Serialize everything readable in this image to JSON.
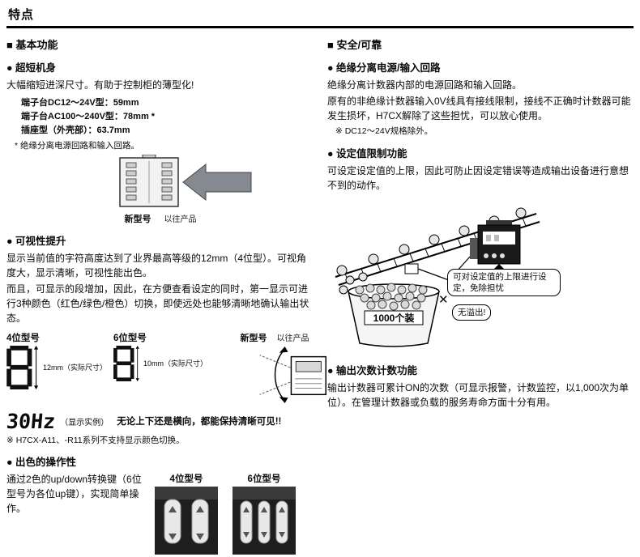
{
  "page": {
    "title": "特点"
  },
  "left": {
    "section_heading": "■ 基本功能",
    "compact": {
      "heading": "● 超短机身",
      "para": "大幅缩短进深尺寸。有助于控制柜的薄型化!",
      "spec1": "端子台DC12～24V型：59mm",
      "spec2": "端子台AC100～240V型：78mm *",
      "spec3": "插座型（外壳部）：63.7mm",
      "note": "* 绝缘分离电源回路和输入回路。",
      "label_new": "新型号",
      "label_old": "以往产品"
    },
    "visibility": {
      "heading": "● 可视性提升",
      "para1": "显示当前值的字符高度达到了业界最高等级的12mm（4位型）。可视角度大，显示清晰，可视性能出色。",
      "para2": "而且，可显示的段增加，因此，在方便查看设定的同时，第一显示可进行3种颜色（红色/绿色/橙色）切换，即使远处也能够清晰地确认输出状态。",
      "label_4digit": "4位型号",
      "label_6digit": "6位型号",
      "size_4digit": "12mm（实际尺寸）",
      "size_6digit": "10mm（实际尺寸）",
      "label_new": "新型号",
      "label_old": "以往产品",
      "display_example": "30Hz",
      "display_caption": "（显示实例）",
      "visibility_note": "无论上下还是横向，都能保持清晰可见!!",
      "footnote": "※ H7CX-A11、-R11系列不支持显示颜色切换。"
    },
    "operability": {
      "heading": "● 出色的操作性",
      "para": "通过2色的up/down转换键（6位型号为各位up键），实现简单操作。",
      "label_4digit": "4位型号",
      "label_6digit": "6位型号"
    }
  },
  "right": {
    "section_heading": "■ 安全/可靠",
    "isolation": {
      "heading": "● 绝缘分离电源/输入回路",
      "para1": "绝缘分离计数器内部的电源回路和输入回路。",
      "para2": "原有的非绝缘计数器输入0V线具有接线限制，接线不正确时计数器可能发生损坏，H7CX解除了这些担忧，可以放心使用。",
      "note": "※ DC12～24V规格除外。"
    },
    "limit": {
      "heading": "● 设定值限制功能",
      "para": "可设定设定值的上限，因此可防止因设定错误等造成输出设备进行意想不到的动作。",
      "bubble1": "可对设定值的上限进行设定，免除担忧",
      "bubble2": "无溢出!",
      "container_label": "1000个装"
    },
    "output_count": {
      "heading": "● 输出次数计数功能",
      "para": "输出计数器可累计ON的次数（可显示报警，计数监控，以1,000次为单位）。在管理计数器或负载的服务寿命方面十分有用。"
    }
  }
}
